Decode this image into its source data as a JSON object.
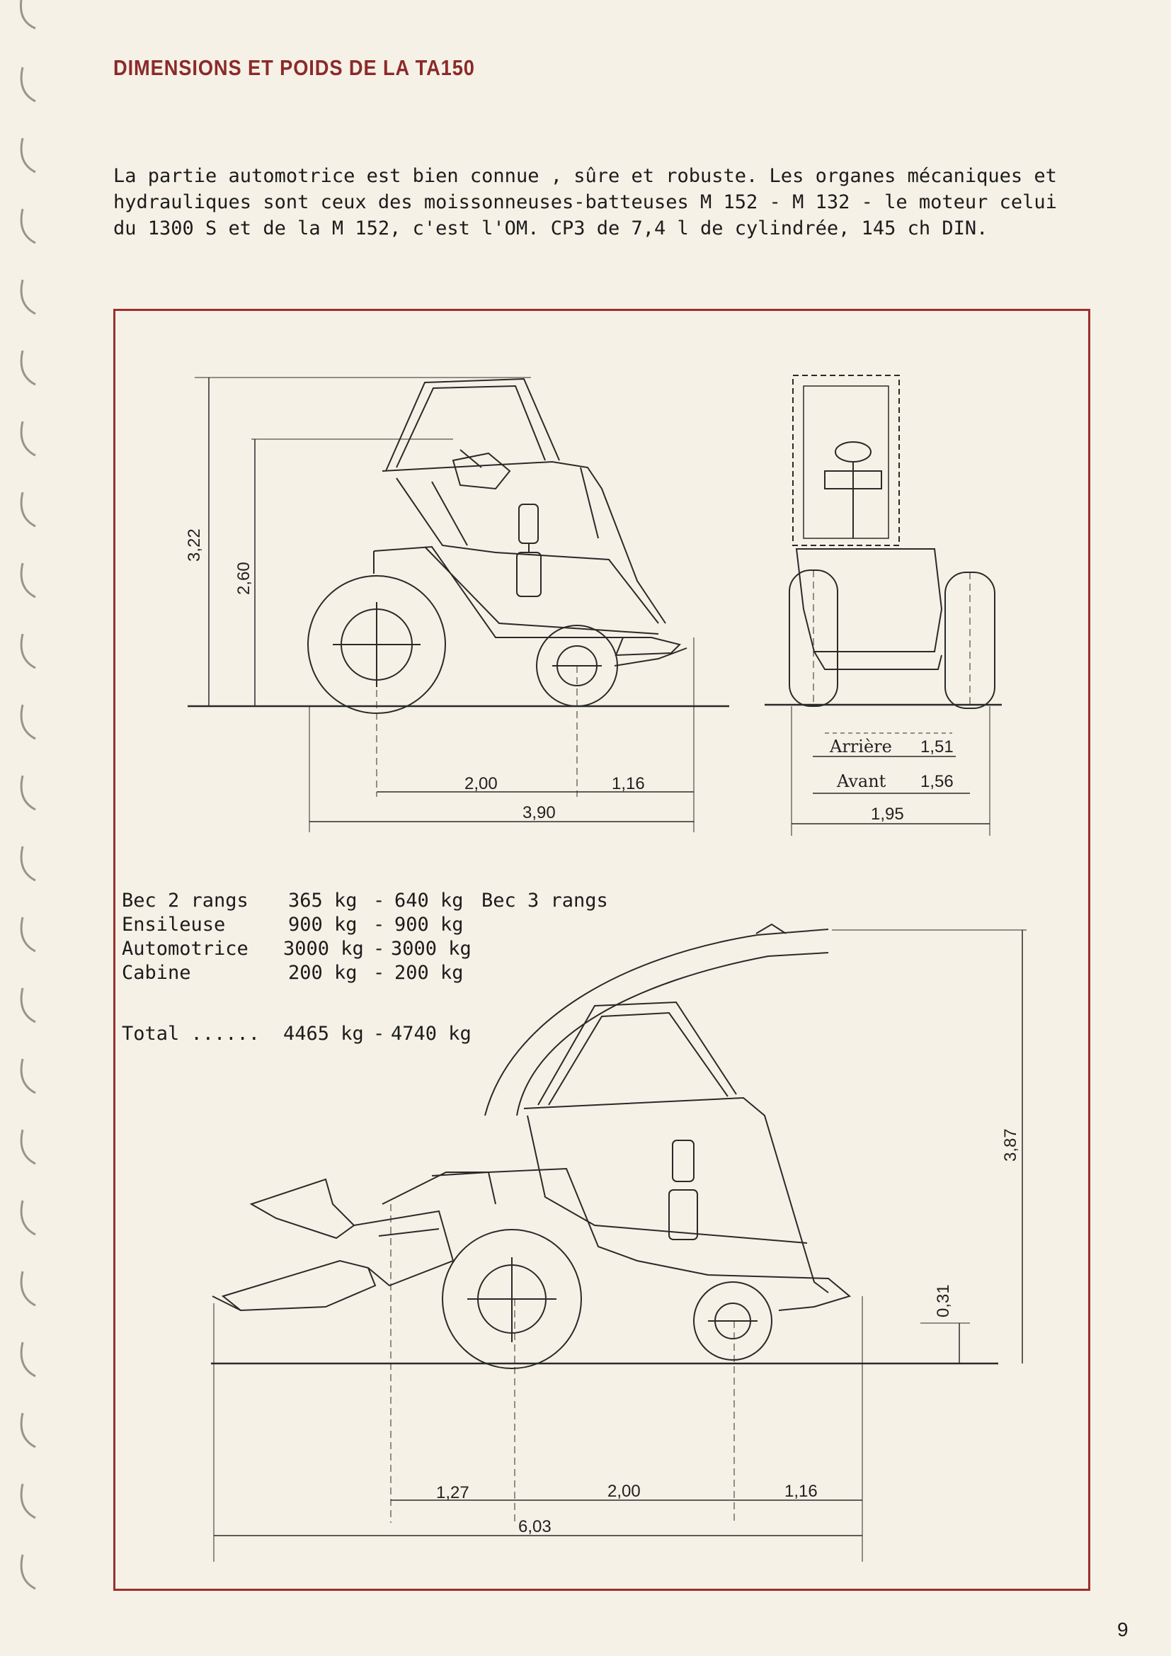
{
  "title": "DIMENSIONS ET POIDS DE LA TA150",
  "intro_lines": [
    "La partie automotrice est bien connue , sûre et robuste. Les organes mécaniques et",
    "hydrauliques sont ceux des moissonneuses-batteuses M 152 - M 132 - le moteur celui",
    "du 1300 S et de la M 152, c'est l'OM. CP3 de 7,4 l de cylindrée, 145 ch DIN."
  ],
  "side_view": {
    "height_total": "3,22",
    "height_cab": "2,60",
    "wheelbase": "2,00",
    "rear_overhang": "1,16",
    "length": "3,90"
  },
  "front_view": {
    "rear_track_label": "Arrière",
    "rear_track_value": "1,51",
    "front_track_label": "Avant",
    "front_track_value": "1,56",
    "width": "1,95"
  },
  "harvester_view": {
    "height": "3,87",
    "ground_clearance": "0,31",
    "front_overhang": "1,27",
    "wheelbase": "2,00",
    "rear_overhang": "1,16",
    "length": "6,03"
  },
  "weights": {
    "rows": [
      {
        "label": "Bec 2 rangs",
        "v1": "365 kg",
        "sep": "-",
        "v2": "640 kg",
        "note": "Bec 3 rangs"
      },
      {
        "label": "Ensileuse",
        "v1": "900 kg",
        "sep": "-",
        "v2": "900 kg",
        "note": ""
      },
      {
        "label": "Automotrice",
        "v1": "3000 kg",
        "sep": "-",
        "v2": "3000 kg",
        "note": ""
      },
      {
        "label": "Cabine",
        "v1": "200 kg",
        "sep": "-",
        "v2": "200 kg",
        "note": ""
      }
    ],
    "total": {
      "label": "Total ......",
      "v1": "4465 kg",
      "sep": "-",
      "v2": "4740 kg"
    }
  },
  "page_number": "9",
  "colors": {
    "accent": "#8b2a2a",
    "frame": "#9b3030",
    "paper": "#f6f1e6"
  }
}
